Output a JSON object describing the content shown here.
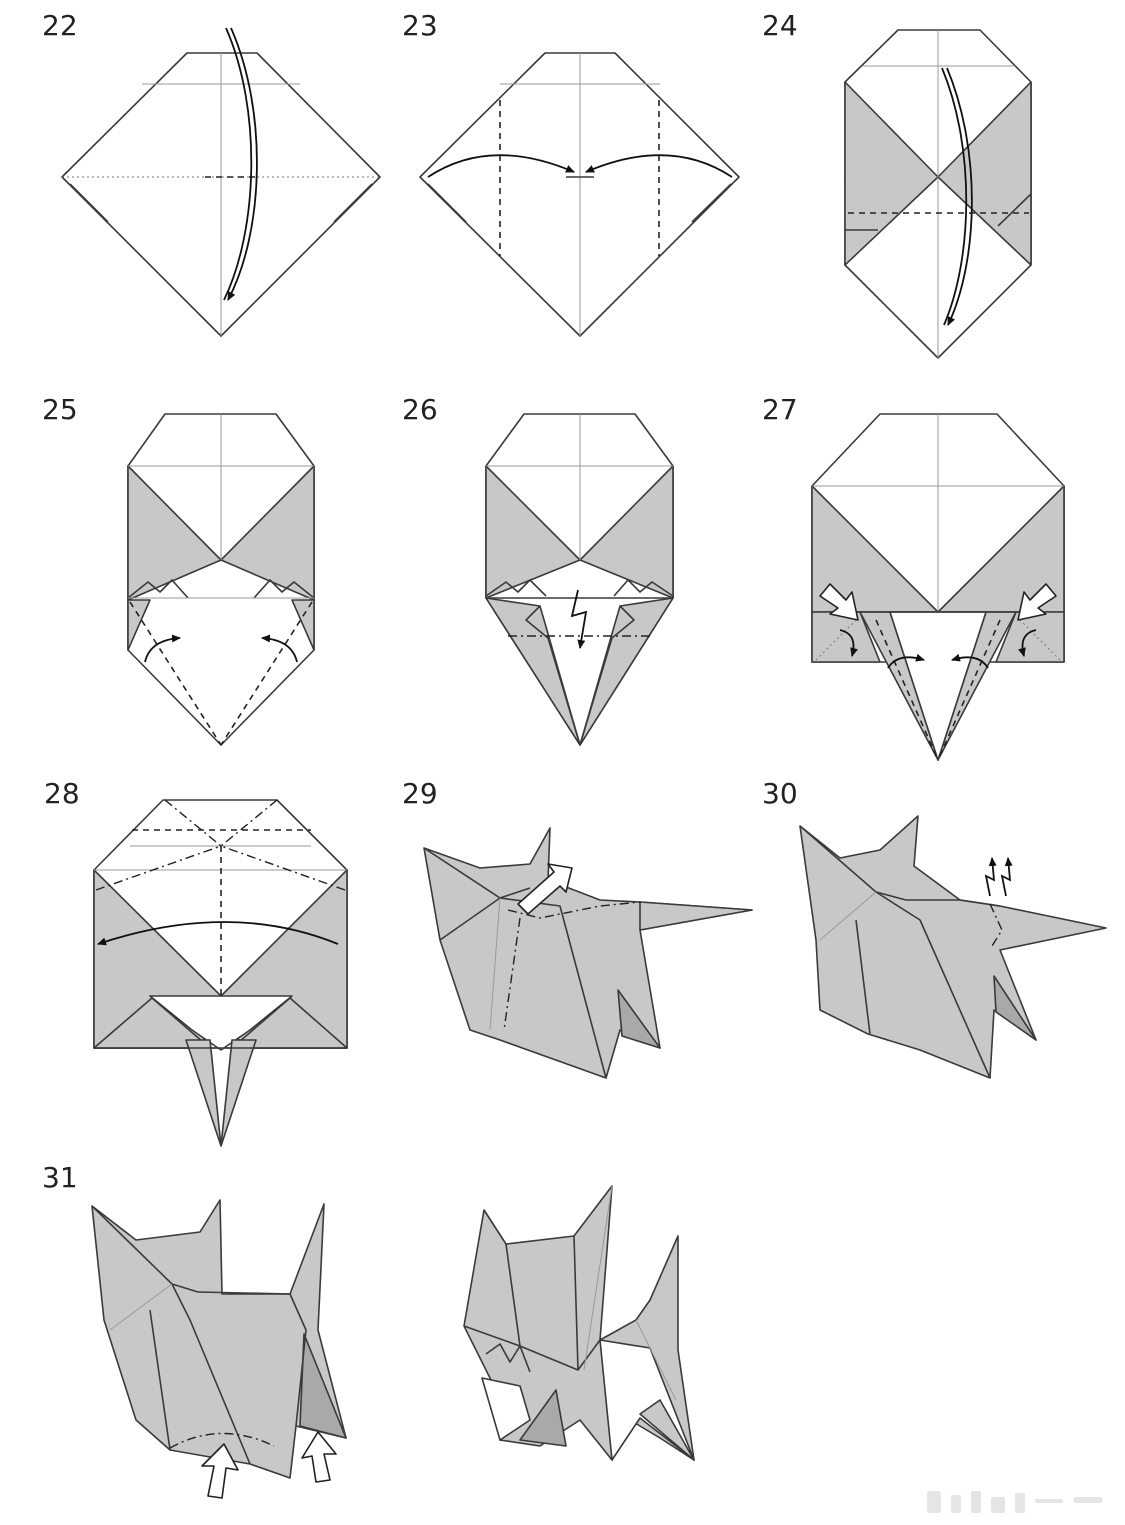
{
  "colors": {
    "paper_shaded": "#c8c8c8",
    "paper_dark": "#a9a9a9",
    "paper_white": "#ffffff",
    "line": "#3a3a3a"
  },
  "steps": [
    {
      "number": "22"
    },
    {
      "number": "23"
    },
    {
      "number": "24"
    },
    {
      "number": "25"
    },
    {
      "number": "26"
    },
    {
      "number": "27"
    },
    {
      "number": "28"
    },
    {
      "number": "29"
    },
    {
      "number": "30"
    },
    {
      "number": "31"
    }
  ],
  "icons": {
    "valley_fold": "dashed-line",
    "mountain_fold": "dash-dot-line",
    "push_arrow": "hollow-arrow",
    "fold_arrow": "curved-arrow"
  }
}
